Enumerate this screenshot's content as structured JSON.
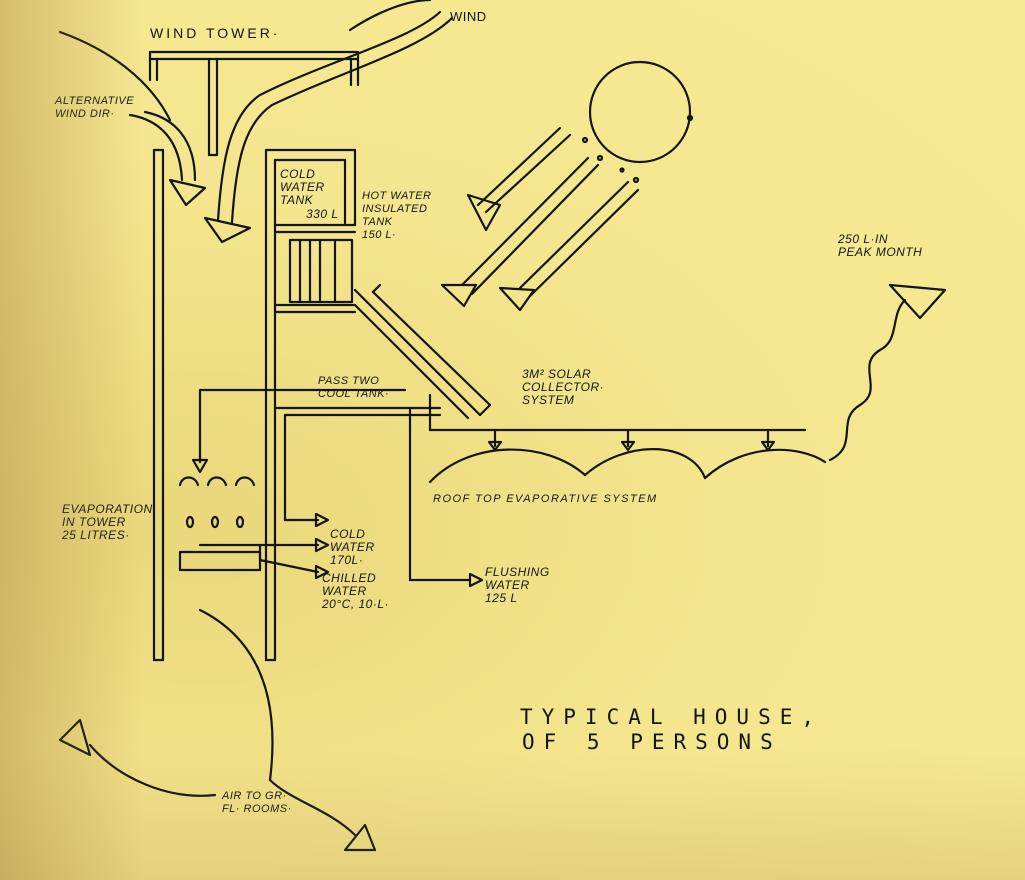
{
  "labels": {
    "wind_tower": "WIND TOWER·",
    "wind": "WIND",
    "alternative_wind": "ALTERNATIVE\nWIND DIR·",
    "cold_water_tank": "COLD\nWATER\nTANK",
    "cold_tank_volume": "330 L",
    "hot_water_tank": "HOT WATER\nINSULATED\nTANK\n150 L·",
    "peak_month": "250 L·IN\nPEAK MONTH",
    "pass_two_cool_tank": "PASS TWO\nCOOL TANK·",
    "solar_collector": "3M² SOLAR\nCOLLECTOR·\nSYSTEM",
    "roof_top": "ROOF TOP EVAPORATIVE SYSTEM",
    "evaporation": "EVAPORATION\nIN TOWER\n25 LITRES·",
    "cold_water": "COLD\nWATER\n170L·",
    "chilled_water": "CHILLED\nWATER\n20°C, 10·L·",
    "flushing_water": "FLUSHING\nWATER\n125 L",
    "air_to_rooms": "AIR TO GR·\nFL· ROOMS·"
  },
  "title": {
    "line1": "TYPICAL HOUSE,",
    "line2": "OF 5 PERSONS"
  },
  "colors": {
    "paper": "#f5e78f",
    "ink": "#141414"
  }
}
